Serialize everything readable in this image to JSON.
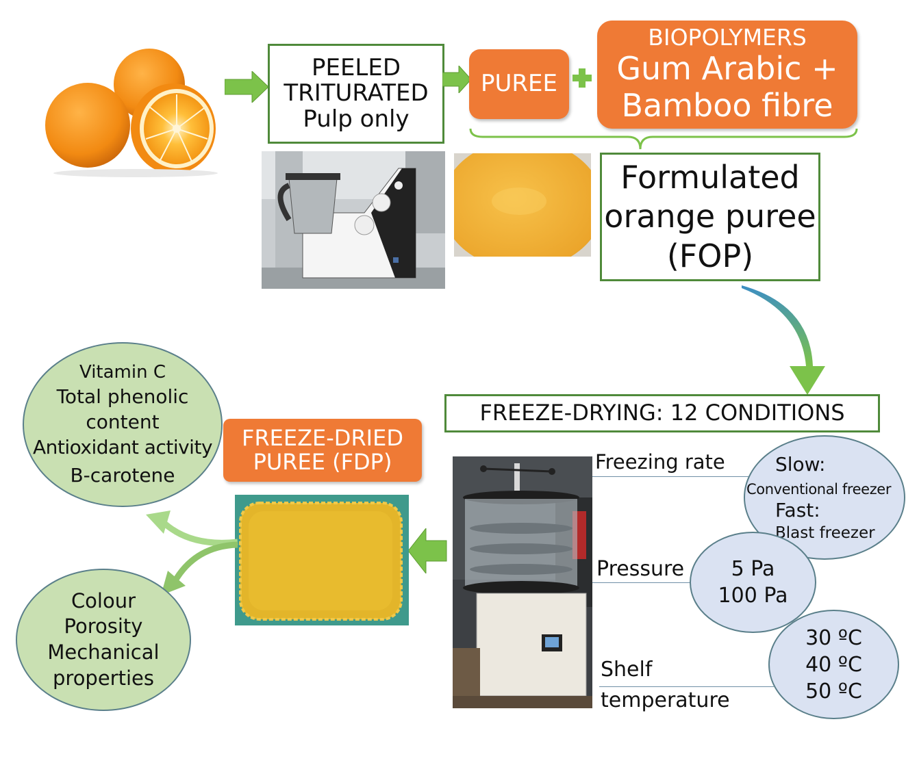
{
  "step1": [
    "PEELED",
    "TRITURATED",
    "Pulp only"
  ],
  "puree": "PUREE",
  "plus": "+",
  "biopolymers": {
    "title": "BIOPOLYMERS",
    "line1": "Gum Arabic +",
    "line2": "Bamboo fibre"
  },
  "fop": [
    "Formulated",
    "orange puree",
    "(FOP)"
  ],
  "freeze_drying": "FREEZE-DRYING: 12 CONDITIONS",
  "fdp": [
    "FREEZE-DRIED",
    "PUREE (FDP)"
  ],
  "analysis_top": [
    "Vitamin C",
    "Total phenolic",
    "content",
    "Antioxidant activity",
    "B-carotene"
  ],
  "analysis_bottom": [
    "Colour",
    "Porosity",
    "Mechanical",
    "properties"
  ],
  "params": {
    "freezing_rate": "Freezing rate",
    "pressure": "Pressure",
    "shelf_temperature": [
      "Shelf",
      "temperature"
    ]
  },
  "freezing_options": {
    "slow_label": "Slow:",
    "slow_value": "Conventional freezer",
    "fast_label": "Fast:",
    "fast_value": "Blast freezer"
  },
  "pressure_options": [
    "5 Pa",
    "100 Pa"
  ],
  "temperature_options": [
    "30 ºC",
    "40 ºC",
    "50 ºC"
  ],
  "colors": {
    "green_border": "#4f8a3a",
    "orange": "#ef7a35",
    "arrow_green": "#7cc24a",
    "ellipse_green": "#c9e0b2",
    "ellipse_blue": "#dae2f2"
  }
}
